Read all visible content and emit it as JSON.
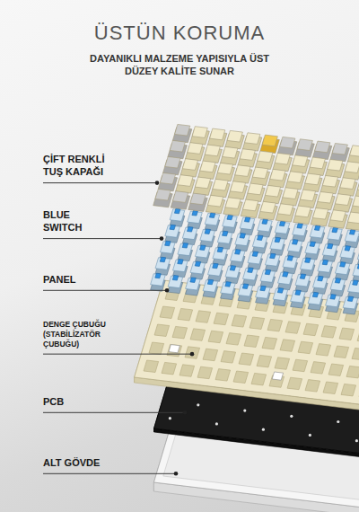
{
  "diagram": {
    "title": "ÜSTÜN KORUMA",
    "labels": [
      "DAYANIKLI MALZEME YAPISIYLA ÜST DÜZEY KALİTE SUNAR",
      "ÇİFT RENKLİ TUŞ KAPAĞI",
      "BLUE SWITCH",
      "PANEL",
      "DENGE ÇUBUĞU (STABİLİZATÖR ÇUBUĞU)",
      "PCB",
      "ALT GÖVDE"
    ]
  }
}
